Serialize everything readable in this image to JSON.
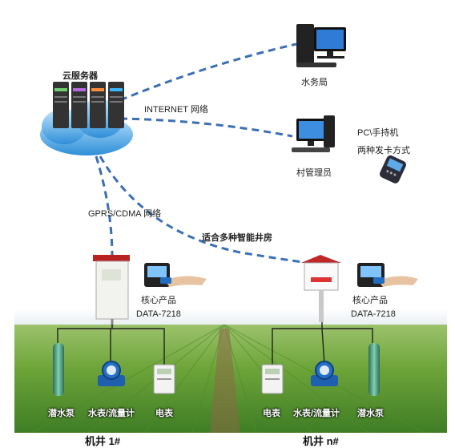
{
  "cloud": {
    "server_label": "云服务器",
    "internet_label": "INTERNET 网络",
    "gprs_label": "GPRS/CDMA 网络"
  },
  "water_bureau": {
    "label": "水务局"
  },
  "village_admin": {
    "label": "村管理员",
    "pc_label": "PC\\手持机",
    "card_label": "两种发卡方式"
  },
  "well_house_caption": "适合多种智能井房",
  "core_product": {
    "left_name": "核心产品",
    "left_model": "DATA-7218",
    "right_name": "核心产品",
    "right_model": "DATA-7218"
  },
  "well_1": {
    "title": "机井 1#",
    "devices": [
      "潜水泵",
      "水表/流量计",
      "电表"
    ]
  },
  "well_n": {
    "title": "机井 n#",
    "devices": [
      "电表",
      "水表/流量计",
      "潜水泵"
    ]
  },
  "colors": {
    "link_line": "#3a6fb5",
    "cloud": "#5ab4ee",
    "field_green": "#6fa83a",
    "sky": "#e8eef2"
  }
}
